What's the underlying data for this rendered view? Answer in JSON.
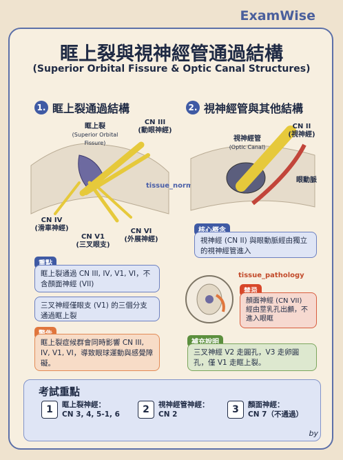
{
  "brand": "ExamWise",
  "title": "眶上裂與視神經管通過結構",
  "subtitle": "(Superior Orbital Fissure & Optic Canal Structures)",
  "section1": {
    "number": "1.",
    "heading": "眶上裂通過結構",
    "labels": {
      "fissure_cn": "眶上裂",
      "fissure_en": "(Superior Orbital Fissure)",
      "cn3": "CN III",
      "cn3_cn": "(動眼神經)",
      "cn4": "CN IV",
      "cn4_cn": "(滑車神經)",
      "cnv1": "CN V1",
      "cnv1_cn": "(三叉眼支)",
      "cn6": "CN VI",
      "cn6_cn": "(外展神經)",
      "tissue": "tissue_normal"
    },
    "key_tag": "重點",
    "key1": "眶上裂通過 CN III, IV, V1, VI，不含顏面神經 (VII)",
    "key2": "三叉神經僅眼支 (V1) 的三個分支通過眶上裂",
    "warn_tag": "警告",
    "warn": "眶上裂症候群會同時影響 CN III, IV, V1, VI，導致眼球運動與感覺障礙。"
  },
  "section2": {
    "number": "2.",
    "heading": "視神經管與其他結構",
    "labels": {
      "canal_cn": "視神經管",
      "canal_en": "(Optic Canal)",
      "cn2": "CN II",
      "cn2_cn": "(視神經)",
      "artery": "眼動脈",
      "tissue": "tissue_pathology"
    },
    "core_tag": "核心概念",
    "core": "視神經 (CN II) 與眼動脈經由獨立的視神經管進入",
    "forbid_tag": "禁忌",
    "forbid": "顏面神經 (CN VII) 經由莖乳孔出顱，不進入眼眶",
    "extra_tag": "補充說明",
    "extra": "三叉神經 V2 走圓孔，V3 走卵圓孔，僅 V1 走眶上裂。"
  },
  "exam": {
    "title": "考試重點",
    "items": [
      {
        "num": "1",
        "label": "眶上裂神經：",
        "value": "CN 3, 4, 5-1, 6"
      },
      {
        "num": "2",
        "label": "視神經管神經：",
        "value": "CN 2"
      },
      {
        "num": "3",
        "label": "顏面神經：",
        "value": "CN 7（不通過）"
      }
    ]
  },
  "signature": "by"
}
